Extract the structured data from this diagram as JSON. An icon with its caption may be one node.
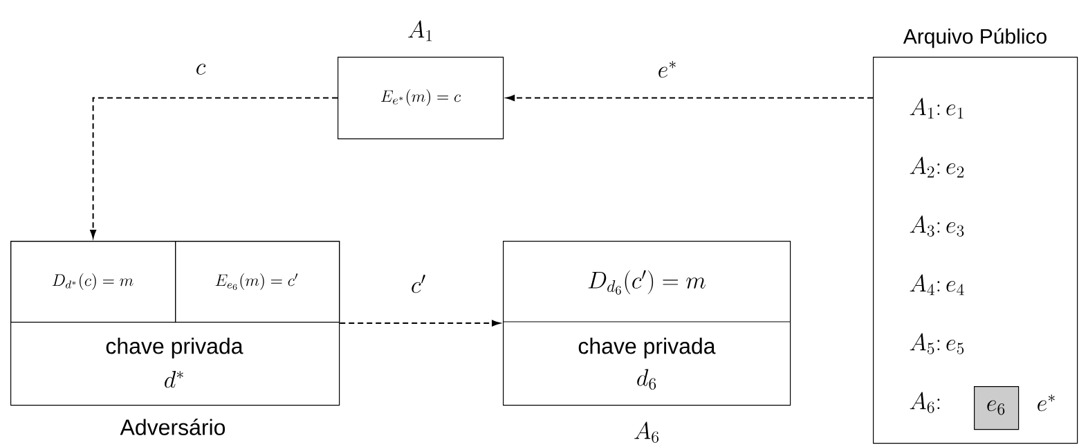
{
  "diagram": {
    "nodes": [
      {
        "text": [
          "A_1",
          "E_{e^*}(m) = c"
        ]
      },
      {
        "text": [
          "Arquivo Público",
          "A_1\\colon e_1",
          "A_2\\colon e_2",
          "A_3\\colon e_3",
          "A_4\\colon e_4",
          "A_5\\colon e_5",
          "A_6\\colon"
        ]
      },
      {
        "text": [
          "e_6"
        ],
        "in": 1,
        "beside": [
          "e^*"
        ]
      },
      {
        "text": [
          "chave privada",
          "d^*",
          "Adversário"
        ]
      },
      {
        "text": [
          "D_{d^*}(c) = m"
        ],
        "in": 3
      },
      {
        "text": [
          "E_{e_6}(m) = c'"
        ],
        "in": 3
      },
      {
        "text": [
          "D_{d_6}(c') = m",
          "chave privada",
          "d_6",
          "A_6"
        ]
      }
    ],
    "edges": [
      {
        "from": 1,
        "to": 0,
        "arrow": "to",
        "label": "e^*",
        "style": "dashed"
      },
      {
        "from": 0,
        "to": 4,
        "arrow": "to",
        "label": "c",
        "style": "dashed"
      },
      {
        "from": 3,
        "to": 6,
        "arrow": "to",
        "label": "c'",
        "style": "dashed"
      }
    ]
  }
}
